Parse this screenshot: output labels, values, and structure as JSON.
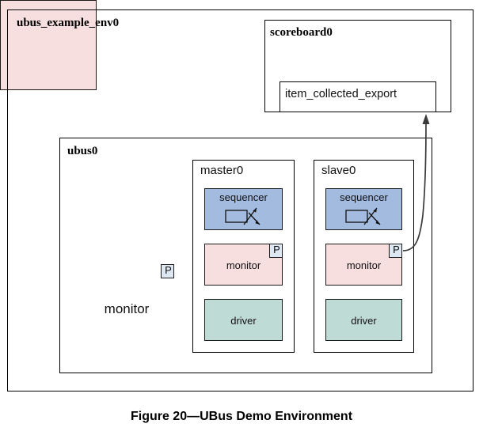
{
  "figure": {
    "caption": "Figure 20—UBus Demo Environment"
  },
  "env": {
    "title": "ubus_example_env0",
    "monitor": {
      "label": "monitor",
      "port_label": "P"
    }
  },
  "scoreboard": {
    "title": "scoreboard0",
    "export": {
      "label": "item_collected_export"
    }
  },
  "ubus": {
    "title": "ubus0",
    "agents": [
      {
        "title": "master0",
        "sequencer": {
          "label": "sequencer",
          "icon": "sequence-item-icon"
        },
        "monitor": {
          "label": "monitor",
          "port_label": "P"
        },
        "driver": {
          "label": "driver"
        }
      },
      {
        "title": "slave0",
        "sequencer": {
          "label": "sequencer",
          "icon": "sequence-item-icon"
        },
        "monitor": {
          "label": "monitor",
          "port_label": "P"
        },
        "driver": {
          "label": "driver"
        }
      }
    ]
  },
  "connection": {
    "from": "slave0.monitor.P",
    "to": "scoreboard0.item_collected_export"
  },
  "colors": {
    "sequencer_fill": "#a3bbdf",
    "monitor_fill": "#f7dfe0",
    "driver_fill": "#bfdbd6",
    "port_fill": "#dee8f2",
    "border": "#000000",
    "background": "#ffffff"
  }
}
